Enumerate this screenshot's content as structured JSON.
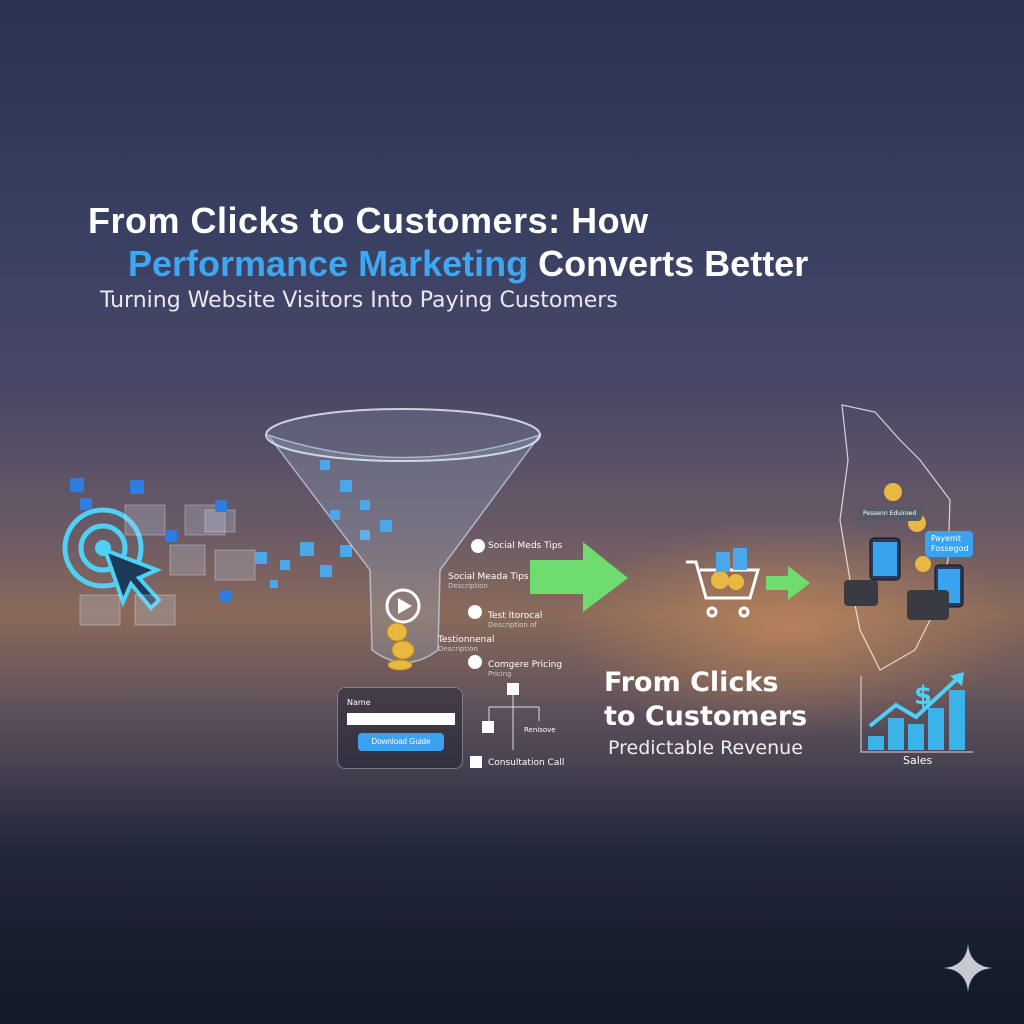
{
  "headline": {
    "line1": "From Clicks to Customers: How",
    "line2_highlight": "Performance Marketing",
    "line2_rest": " Converts Better",
    "subtitle": "Turning Website Visitors Into Paying Customers"
  },
  "funnel_steps": [
    {
      "title": "Social Meds Tips",
      "desc": ""
    },
    {
      "title": "Social Meada Tips",
      "desc": "Description"
    },
    {
      "title": "Test Itorocal",
      "desc": "Description of"
    },
    {
      "title": "Testionnenal",
      "desc": "Description"
    },
    {
      "title": "Comgere Pricing",
      "desc": "Pricing"
    }
  ],
  "flow": {
    "branch": "Renisove",
    "final": "Consultation Call"
  },
  "form": {
    "name_label": "Name",
    "name_value": "",
    "button": "Download Guide"
  },
  "payment": {
    "bubble1": "Payemt Fossegod",
    "bubble2": "Pessenn Eduiroed"
  },
  "bottom": {
    "title_line1": "From Clicks",
    "title_line2": "to Customers",
    "subtitle": "Predictable Revenue",
    "chart_label": "Sales"
  },
  "colors": {
    "accent": "#3fa6f0",
    "arrow": "#6fdc6f",
    "bar": "#3ab4e8"
  }
}
